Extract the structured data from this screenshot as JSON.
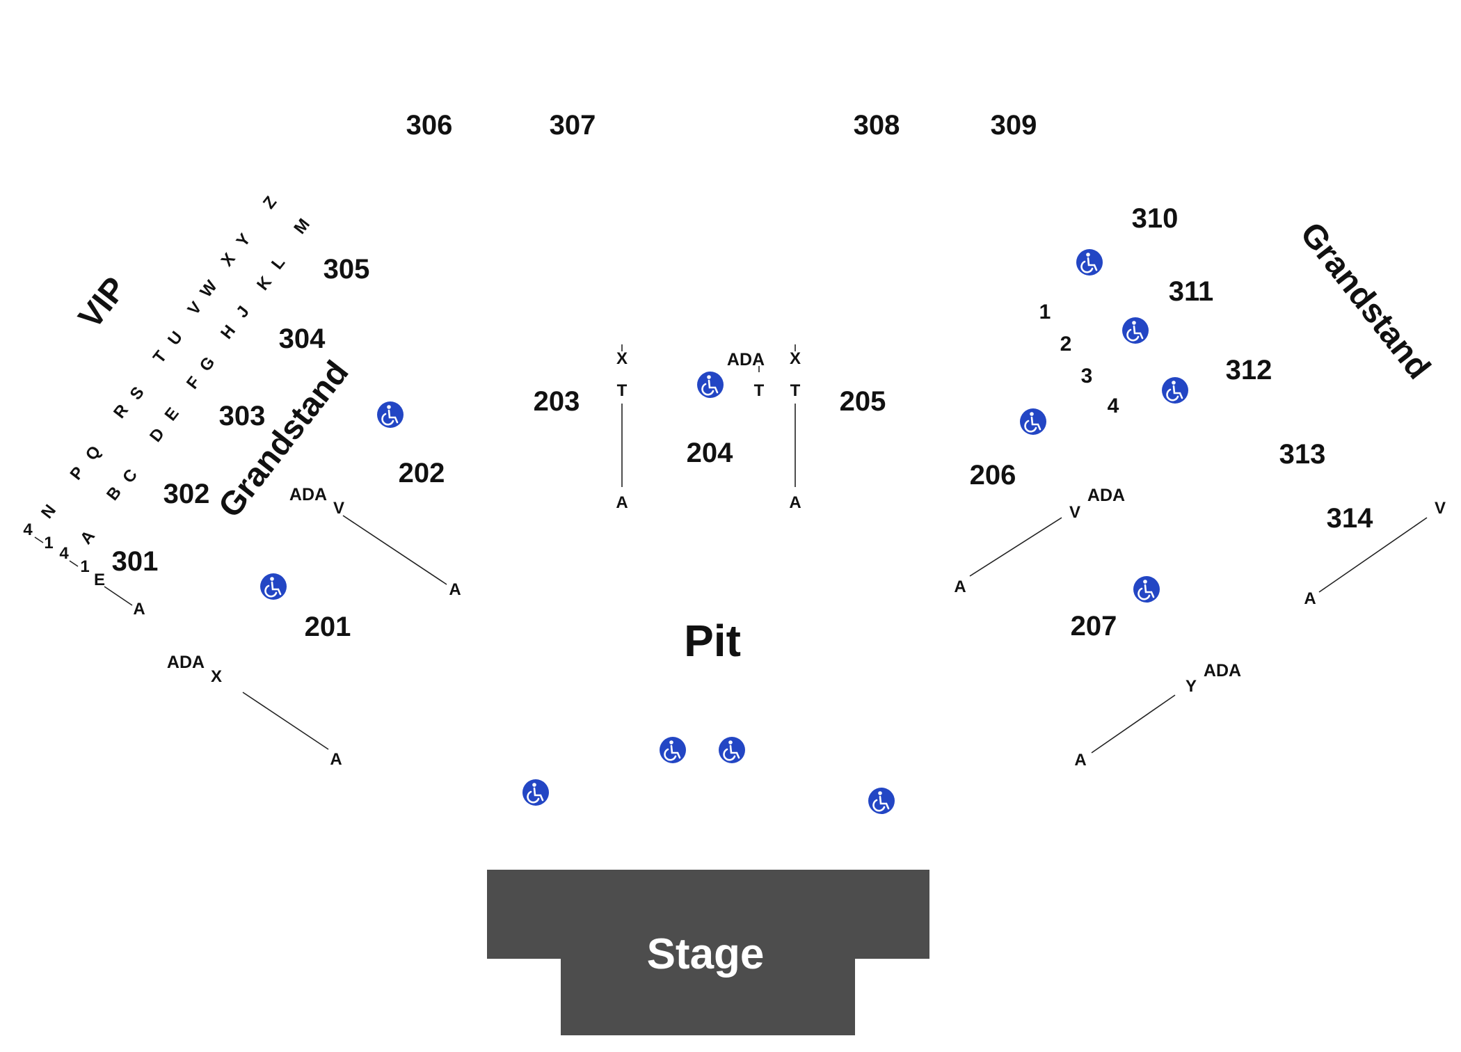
{
  "colors": {
    "stage": "#4d4d4d",
    "ada_icon": "#2346c4",
    "text": "#111111"
  },
  "icon": "wheelchair-accessible-icon",
  "stage_label": "Stage",
  "pit_label": "Pit",
  "zones": {
    "vip": "VIP",
    "grandstand_left": "Grandstand",
    "grandstand_right": "Grandstand"
  },
  "sections": {
    "s201": "201",
    "s202": "202",
    "s203": "203",
    "s204": "204",
    "s205": "205",
    "s206": "206",
    "s207": "207",
    "s301": "301",
    "s302": "302",
    "s303": "303",
    "s304": "304",
    "s305": "305",
    "s306": "306",
    "s307": "307",
    "s308": "308",
    "s309": "309",
    "s310": "310",
    "s311": "311",
    "s312": "312",
    "s313": "313",
    "s314": "314"
  },
  "ada_label": "ADA",
  "numbered_rows": [
    "1",
    "2",
    "3",
    "4"
  ],
  "row_letters": {
    "vip_diag": [
      "4",
      "1",
      "4",
      "1",
      "E",
      "A",
      "N",
      "A",
      "P",
      "Q",
      "B",
      "C",
      "R",
      "S",
      "D",
      "E",
      "T",
      "U",
      "F",
      "G",
      "V",
      "W",
      "H",
      "J",
      "X",
      "Y",
      "K",
      "L",
      "Z",
      "M"
    ],
    "s201": {
      "start": "A",
      "end": "X"
    },
    "s202": {
      "start": "A",
      "end": "V"
    },
    "s203": {
      "start": "A",
      "mid": "T",
      "end": "X"
    },
    "s204": {
      "mid": "T"
    },
    "s205": {
      "start": "A",
      "mid": "T",
      "end": "X"
    },
    "s206": {
      "start": "A",
      "end": "V"
    },
    "s207": {
      "start": "A",
      "end": "Y"
    },
    "s314": {
      "start": "A",
      "end": "V"
    }
  }
}
